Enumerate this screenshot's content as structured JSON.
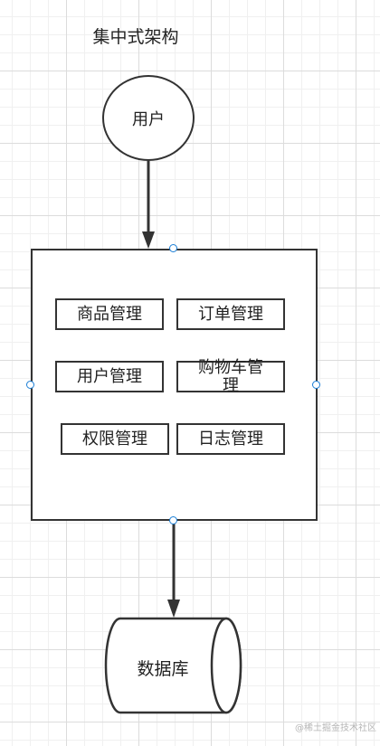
{
  "diagram": {
    "title": "集中式架构",
    "user_node": "用户",
    "modules": [
      "商品管理",
      "订单管理",
      "用户管理",
      "购物车管理",
      "权限管理",
      "日志管理"
    ],
    "database": "数据库"
  },
  "watermark": "@稀土掘金技术社区",
  "colors": {
    "stroke": "#333333",
    "handle": "#1a7ed6",
    "grid": "#dcdcdc"
  }
}
